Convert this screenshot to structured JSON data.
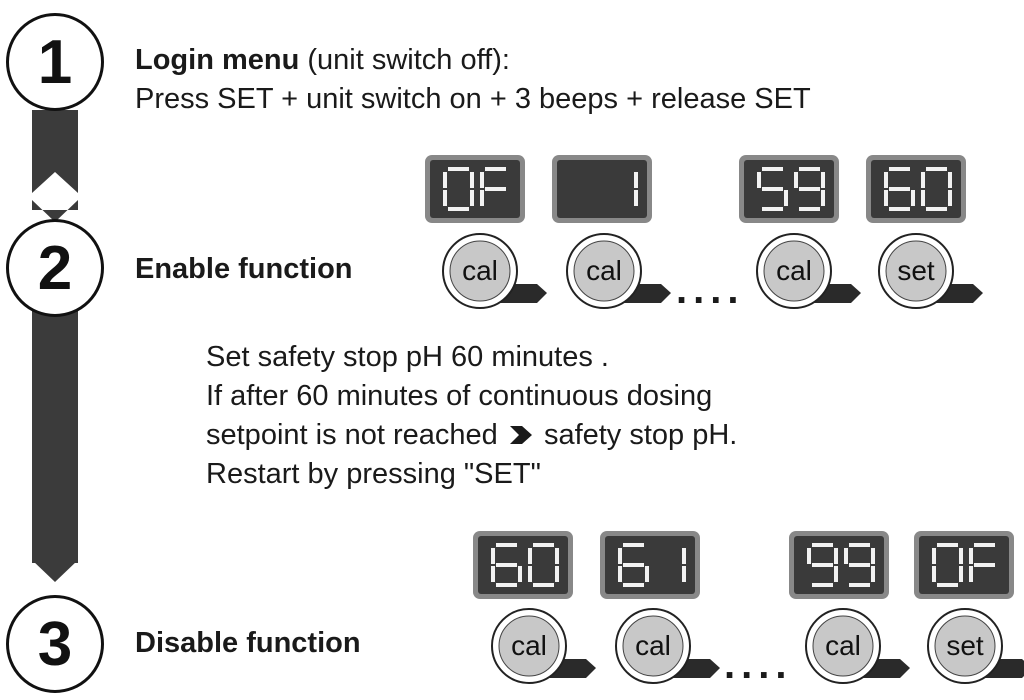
{
  "steps": [
    {
      "number": "1",
      "title": "Login menu",
      "title_suffix": " (unit switch off):",
      "line2": "Press SET + unit switch on + 3 beeps  + release SET"
    },
    {
      "number": "2",
      "title": "Enable function",
      "displays": [
        {
          "digits": [
            "0",
            "F"
          ]
        },
        {
          "digits": [
            "",
            "1"
          ]
        },
        {
          "digits": [
            "5",
            "9"
          ]
        },
        {
          "digits": [
            "6",
            "0"
          ]
        }
      ],
      "keys": [
        "cal",
        "cal",
        "cal",
        "set"
      ],
      "dots": "....",
      "note": {
        "line1": "Set safety stop pH  60 minutes .",
        "line2": "If after 60 minutes of continuous dosing",
        "line3_before": "setpoint is not reached",
        "line3_after": "safety stop pH.",
        "line4": "Restart by pressing \"SET\""
      }
    },
    {
      "number": "3",
      "title": "Disable function",
      "displays": [
        {
          "digits": [
            "6",
            "0"
          ]
        },
        {
          "digits": [
            "6",
            "1"
          ]
        },
        {
          "digits": [
            "9",
            "9"
          ]
        },
        {
          "digits": [
            "0",
            "F"
          ]
        }
      ],
      "keys": [
        "cal",
        "cal",
        "cal",
        "set"
      ],
      "dots": "...."
    }
  ],
  "colors": {
    "flow_arrow": "#3b3b3b",
    "lcd_frame": "#888888",
    "lcd_screen": "#3a3a3a",
    "segment": "#f2f2f2",
    "key_fill": "#c8c8c8",
    "key_pointer": "#2a2a2a"
  },
  "icons": {
    "step_marker": "circle",
    "key_pointer": "arrow-right",
    "inline_arrow": "chevron-right"
  }
}
